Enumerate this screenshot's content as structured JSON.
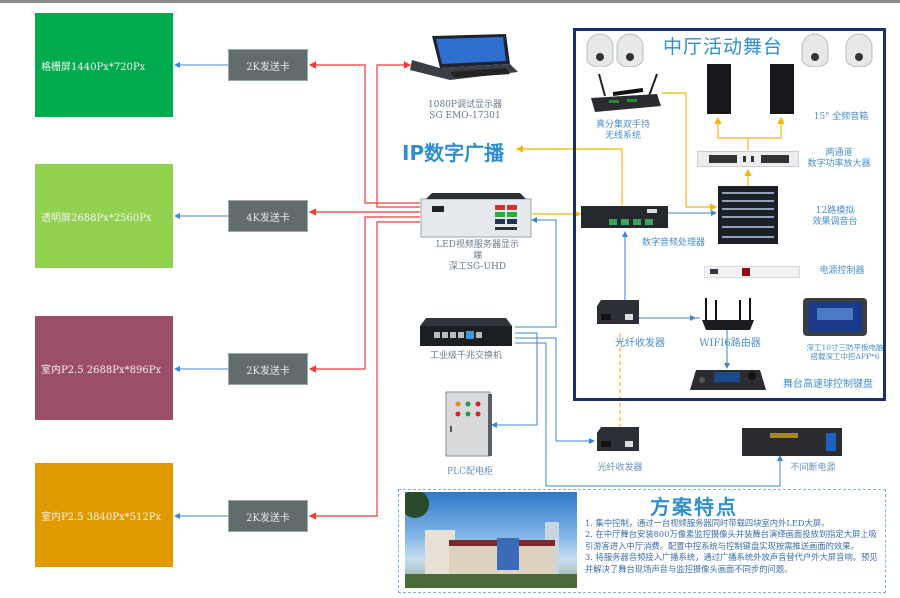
{
  "diagram": {
    "screens": [
      {
        "label": "格栅屏1440Px*720Px",
        "color": "#00ab4e"
      },
      {
        "label": "透明屏2688Px*2560Px",
        "color": "#92d050"
      },
      {
        "label": "室内P2.5  2688Px*896Px",
        "color": "#9c4d69"
      },
      {
        "label": "室内P2.5  3840Px*512Px",
        "color": "#e09a00"
      }
    ],
    "sending_cards": [
      "2K发送卡",
      "4K发送卡",
      "2K发送卡",
      "2K发送卡"
    ],
    "devices": {
      "debug_monitor": {
        "line1": "1080P调试显示器",
        "line2": "SG EMO-17301"
      },
      "ip_broadcast": "IP数字广播",
      "led_server": {
        "line1": "LED视频服务器显示",
        "line2": "端",
        "line3": "深工SG-UHD"
      },
      "switch": "工业级千兆交换机",
      "plc_cabinet": "PLC配电柜",
      "fiber_transceiver_outer": "光纤收发器",
      "ups": "不间断电源"
    },
    "stage": {
      "title": "中厅活动舞台",
      "wireless_mic": {
        "line1": "真分集双手持",
        "line2": "无线系统"
      },
      "speakers": "15\" 全频音箱",
      "amplifier": {
        "line1": "两通道",
        "line2": "数字功率放大器"
      },
      "mixer": {
        "line1": "12路模拟",
        "line2": "效果调音台"
      },
      "audio_processor": "数字音频处理器",
      "power_controller": "电源控制器",
      "fiber_transceiver": "光纤收发器",
      "router": "WIFI6路由器",
      "tablet": {
        "line1": "深工10寸三防平板电脑",
        "line2": "搭载深工中控APP*6"
      },
      "ptz_keyboard": "舞台高速球控制键盘"
    },
    "colors": {
      "video_link": "#ee3b3b",
      "audio_link": "#f5b800",
      "network_link": "#3f86c4",
      "stage_border": "#1b2f6b",
      "accent_text": "#2f8fd0"
    }
  },
  "features": {
    "title": "方案特点",
    "items": [
      "1.  集中控制，通过一台视频服务器同时带载四块室内外LED大屏。",
      "2.  在中厅舞台安装800万像素监控摄像头并装舞台演绎画面投放到指定大屏上吸引游客进入中厅消费。配置中控系统与控制键盘实现按需推送画面的效果。",
      "3.  将服务器音频接入广播系统，通过广播系统外放声音替代户外大屏音响。预见并解决了舞台现场声音与监控摄像头画面不同步的问题。"
    ]
  }
}
